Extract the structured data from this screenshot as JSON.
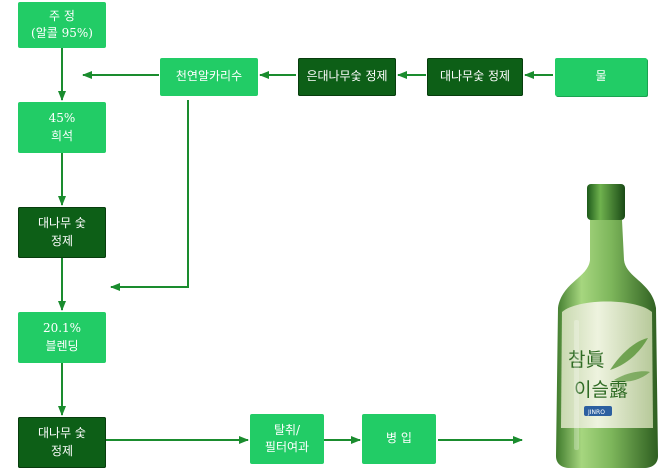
{
  "nodes": {
    "jujeong": [
      "주 정",
      "(알콜 95%)"
    ],
    "dilute": [
      "45%",
      "희석"
    ],
    "charcoal1": [
      "대나무 숯",
      "정제"
    ],
    "blend": [
      "20.1%",
      "블렌딩"
    ],
    "charcoal2": [
      "대나무 숯",
      "정제"
    ],
    "filter": [
      "탈취/",
      "필터여과"
    ],
    "bottling": [
      "병 입"
    ],
    "alkaline": [
      "천연알카리수"
    ],
    "silver": [
      "은대나무숯 정제"
    ],
    "bamboo": [
      "대나무숯 정제"
    ],
    "water": [
      "물"
    ]
  },
  "bottle": {
    "label_main": "참眞이슬露",
    "label_brand": "JINRO"
  },
  "colors": {
    "light_green": "#22cc66",
    "dark_green": "#0d5f17",
    "arrow_green": "#1a8c2e",
    "bottle_green": "#8fbf6a"
  }
}
